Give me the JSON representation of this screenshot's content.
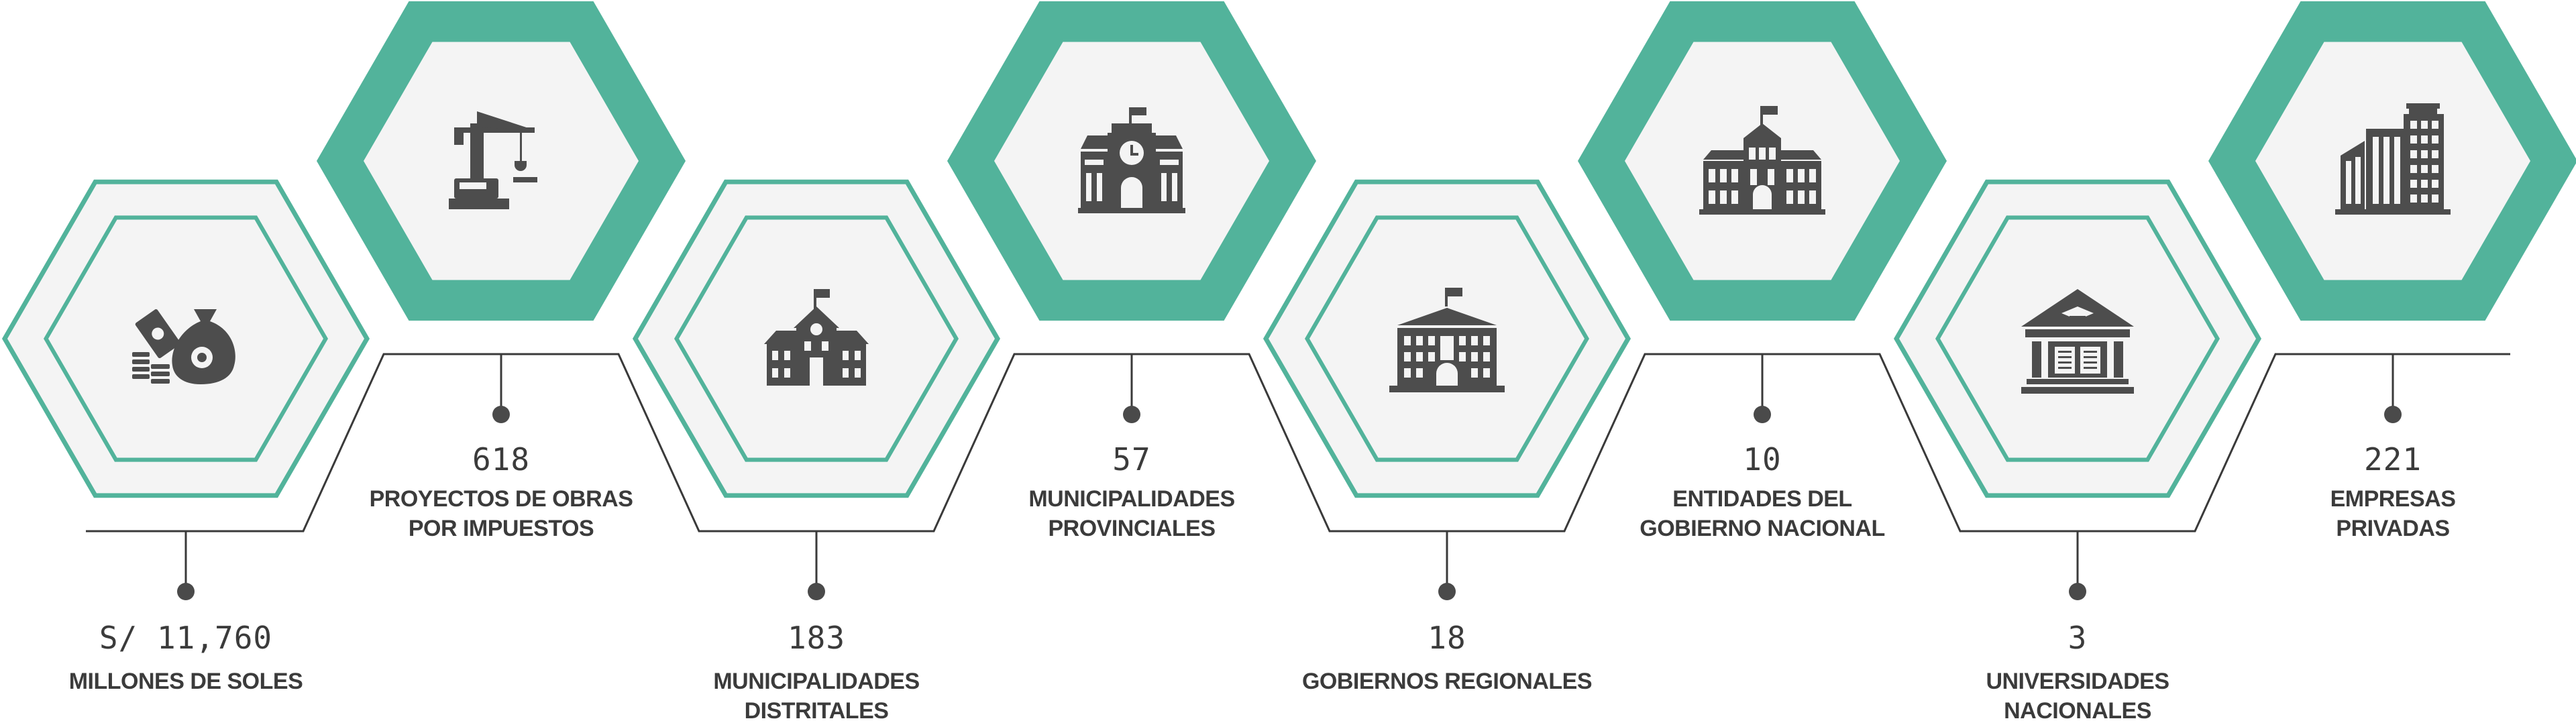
{
  "colors": {
    "accent": "#52b39b",
    "hex_fill": "#f4f4f4",
    "icon": "#4d4d4d",
    "line": "#3a3a3a"
  },
  "stats": [
    {
      "value": "S/ 11,760",
      "label": "MILLONES DE SOLES",
      "icon": "money-bag-icon"
    },
    {
      "value": "618",
      "label": "PROYECTOS DE OBRAS\nPOR IMPUESTOS",
      "icon": "construction-crane-icon"
    },
    {
      "value": "183",
      "label": "MUNICIPALIDADES\nDISTRITALES",
      "icon": "district-municipality-icon"
    },
    {
      "value": "57",
      "label": "MUNICIPALIDADES\nPROVINCIALES",
      "icon": "clock-tower-icon"
    },
    {
      "value": "18",
      "label": "GOBIERNOS REGIONALES",
      "icon": "government-building-icon"
    },
    {
      "value": "10",
      "label": "ENTIDADES DEL\nGOBIERNO NACIONAL",
      "icon": "palace-icon"
    },
    {
      "value": "3",
      "label": "UNIVERSIDADES\nNACIONALES",
      "icon": "university-icon"
    },
    {
      "value": "221",
      "label": "EMPRESAS\nPRIVADAS",
      "icon": "office-buildings-icon"
    }
  ]
}
